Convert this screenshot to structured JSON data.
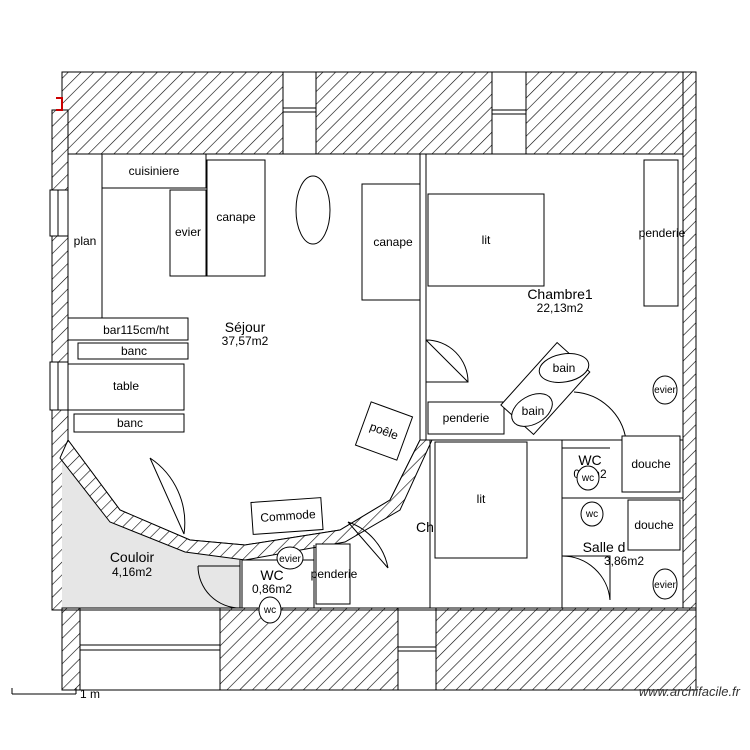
{
  "rooms": {
    "sejour": {
      "name": "Séjour",
      "area": "37,57m2"
    },
    "chambre1": {
      "name": "Chambre1",
      "area": "22,13m2"
    },
    "couloir": {
      "name": "Couloir",
      "area": "4,16m2"
    },
    "wc_main": {
      "name": "WC",
      "area": "0,86m2"
    },
    "wc_small": {
      "name": "WC",
      "area": "0,..m2"
    },
    "salle": {
      "name": "Salle d",
      "area": "3,86m2"
    },
    "chambre2": {
      "name": "Ch"
    }
  },
  "furniture": {
    "cuisiniere": "cuisiniere",
    "plan": "plan",
    "evier": "evier",
    "canape": "canape",
    "bar": "bar115cm/ht",
    "banc": "banc",
    "table": "table",
    "poele": "poêle",
    "commode": "Commode",
    "lit": "lit",
    "penderie": "penderie",
    "bain": "bain",
    "douche": "douche",
    "wc": "wc"
  },
  "scale": {
    "label": "1 m"
  },
  "watermark": "www.archifacile.fr"
}
